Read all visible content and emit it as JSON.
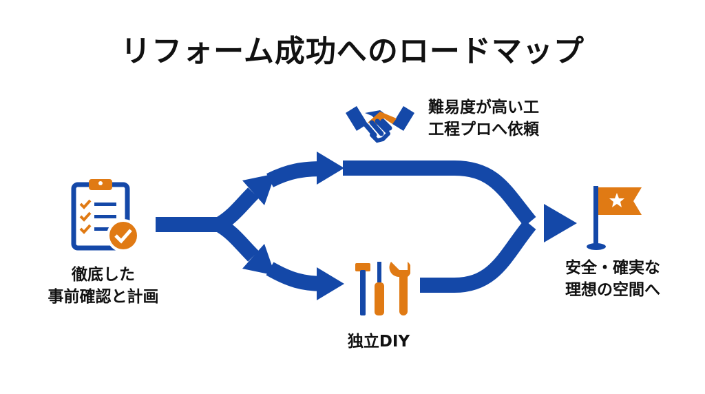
{
  "title": "リフォーム成功へのロードマップ",
  "colors": {
    "blue": "#1448a8",
    "orange": "#e07a14",
    "text": "#111111"
  },
  "start": {
    "icon": "clipboard-check-icon",
    "lines": [
      "徹底した",
      "事前確認と計画"
    ]
  },
  "branch_pro": {
    "icon": "handshake-icon",
    "lines": [
      "難易度が高い工",
      "工程プロへ依頼"
    ]
  },
  "branch_diy": {
    "icon": "tools-icon",
    "lines": [
      "独立DIY"
    ]
  },
  "goal": {
    "icon": "flag-icon",
    "lines": [
      "安全・確実な",
      "理想の空間へ"
    ]
  }
}
